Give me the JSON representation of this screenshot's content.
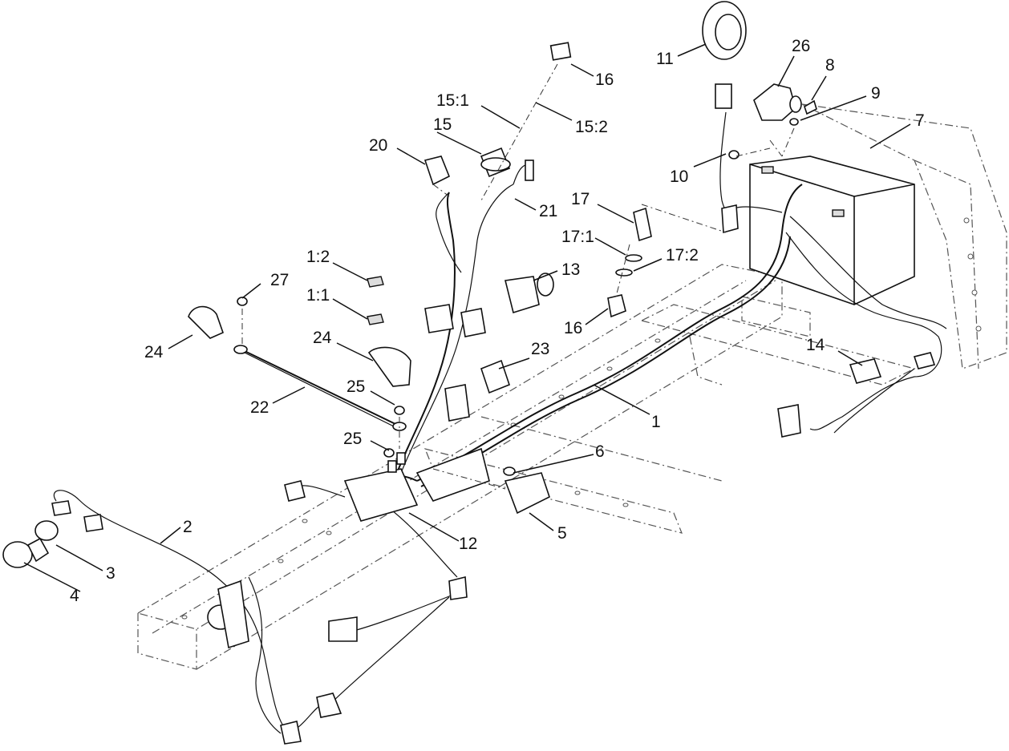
{
  "callouts": {
    "c1": "1",
    "c1_1": "1:1",
    "c1_2": "1:2",
    "c2": "2",
    "c3": "3",
    "c4": "4",
    "c5": "5",
    "c6": "6",
    "c7": "7",
    "c8": "8",
    "c9": "9",
    "c10": "10",
    "c11": "11",
    "c12": "12",
    "c13": "13",
    "c14": "14",
    "c15": "15",
    "c15_1": "15:1",
    "c15_2": "15:2",
    "c16a": "16",
    "c16b": "16",
    "c17": "17",
    "c17_1": "17:1",
    "c17_2": "17:2",
    "c20": "20",
    "c21": "21",
    "c22": "22",
    "c23": "23",
    "c24a": "24",
    "c24b": "24",
    "c25a": "25",
    "c25b": "25",
    "c26": "26",
    "c27": "27"
  }
}
